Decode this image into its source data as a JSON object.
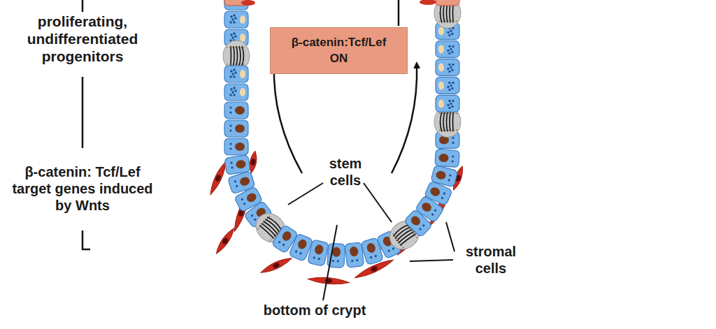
{
  "diagram": {
    "nodes": [
      {
        "text": [
          "β-catenin:Tcf/Lef ON"
        ]
      }
    ],
    "labels": [
      "proliferating, undifferentiated progenitors",
      "β-catenin: Tcf/Lef target genes induced by Wnts",
      "stem cells",
      "stromal cells",
      "bottom of crypt"
    ]
  }
}
